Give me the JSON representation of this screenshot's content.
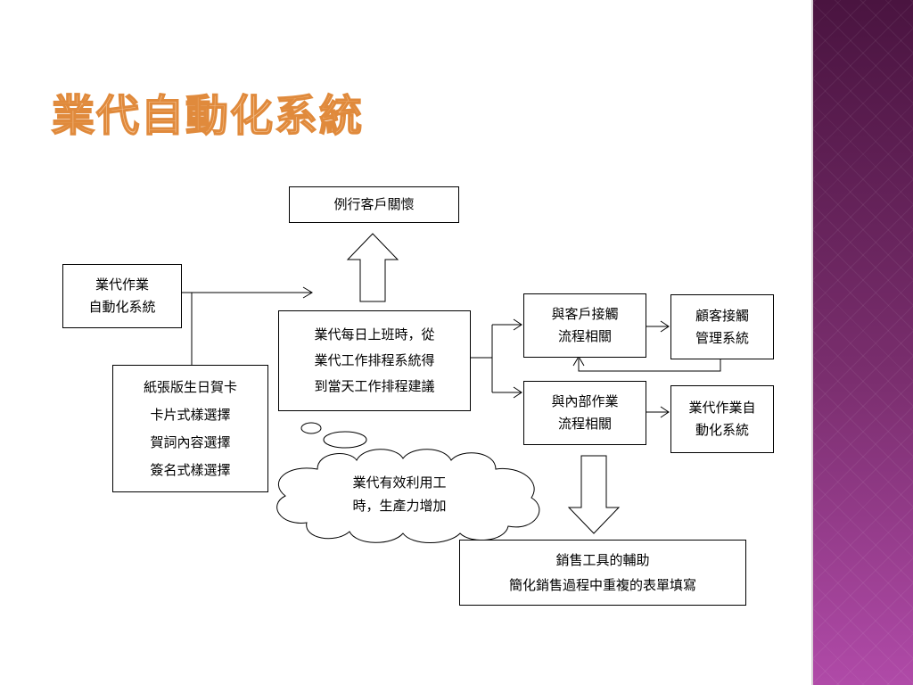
{
  "slide": {
    "title": "業代自動化系統"
  },
  "diagram": {
    "customer_care": [
      "例行客戶關懷"
    ],
    "automation": [
      "業代作業",
      "自動化系統"
    ],
    "card_options": [
      "紙張版生日賀卡",
      "卡片式樣選擇",
      "賀詞內容選擇",
      "簽名式樣選擇"
    ],
    "daily_schedule": [
      "業代每日上班時，從",
      "業代工作排程系統得",
      "到當天工作排程建議"
    ],
    "customer_contact": [
      "與客戶接觸",
      "流程相關"
    ],
    "crm": [
      "顧客接觸",
      "管理系統"
    ],
    "internal_ops": [
      "與內部作業",
      "流程相關"
    ],
    "ops_automation": [
      "業代作業自",
      "動化系統"
    ],
    "benefit_cloud": [
      "業代有效利用工",
      "時，生產力增加"
    ],
    "sales_tools": [
      "銷售工具的輔助",
      "簡化銷售過程中重複的表單填寫"
    ]
  },
  "colors": {
    "title_fill": "#f6c79a",
    "title_stroke": "#e08a3c",
    "sidebar_top": "#4a1440",
    "sidebar_bottom": "#b04aa8"
  }
}
